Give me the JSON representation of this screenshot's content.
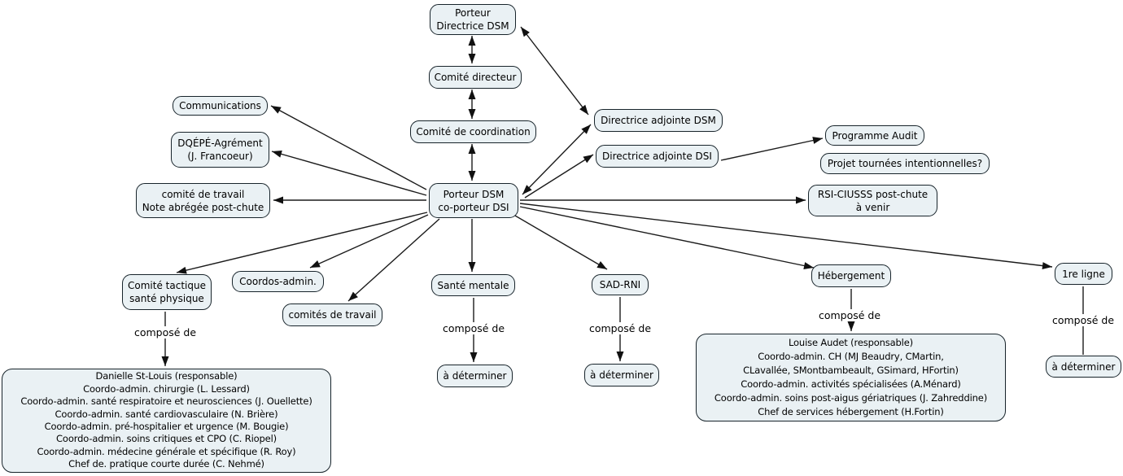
{
  "diagram": {
    "linking_label": "composé de",
    "colors": {
      "node_fill": "#eaf1f4",
      "node_border": "#18242b",
      "edge_line": "#1b1b1b",
      "background": "#ffffff",
      "text": "#000000"
    },
    "nodes": {
      "porteur_directrice_dsm": "Porteur\nDirectrice DSM",
      "comite_directeur": "Comité directeur",
      "comite_coordination": "Comité de coordination",
      "porteur_dsm_co_dsi": "Porteur DSM\nco-porteur DSI",
      "communications": "Communications",
      "dqepe_agrement": "DQÉPÉ-Agrément\n(J. Francoeur)",
      "comite_travail_note": "comité de travail\nNote abrégée post-chute",
      "directrice_adjointe_dsm": "Directrice adjointe DSM",
      "directrice_adjointe_dsi": "Directrice adjointe DSI",
      "programme_audit": "Programme Audit",
      "projet_tournees": "Projet tournées intentionnelles?",
      "rsi_ciusss": "RSI-CIUSSS post-chute\nà venir",
      "comite_tactique": "Comité tactique\nsanté physique",
      "coordos_admin": "Coordos-admin.",
      "comites_de_travail": "comités de travail",
      "sante_mentale": "Santé mentale",
      "sad_rni": "SAD-RNI",
      "hebergement": "Hébergement",
      "premiere_ligne": "1re ligne",
      "equipe_sante_physique": "Danielle St-Louis (responsable)\nCoordo-admin. chirurgie (L. Lessard)\nCoordo-admin. santé respiratoire et neurosciences (J. Ouellette)\nCoordo-admin. santé cardiovasculaire (N. Brière)\nCoordo-admin. pré-hospitalier et urgence (M. Bougie)\nCoordo-admin. soins critiques et CPO (C. Riopel)\nCoordo-admin. médecine générale et spécifique (R. Roy)\nChef de. pratique courte durée (C. Nehmé)",
      "equipe_hebergement": "Louise Audet (responsable)\nCoordo-admin. CH (MJ Beaudry, CMartin,\nCLavallée, SMontbambeault, GSimard, HFortin)\nCoordo-admin. activités spécialisées (A.Ménard)\nCoordo-admin. soins post-aigus gériatriques (J. Zahreddine)\nChef de services hébergement (H.Fortin)",
      "a_determiner_sante_mentale": "à déterminer",
      "a_determiner_sad_rni": "à déterminer",
      "a_determiner_premiere_ligne": "à déterminer"
    },
    "edges": [
      {
        "from": "Porteur Directrice DSM",
        "to": "Comité directeur",
        "double_headed": true
      },
      {
        "from": "Comité directeur",
        "to": "Comité de coordination",
        "double_headed": true
      },
      {
        "from": "Comité de coordination",
        "to": "Porteur DSM co-porteur DSI",
        "double_headed": true
      },
      {
        "from": "Porteur Directrice DSM",
        "to": "Directrice adjointe DSM",
        "double_headed": true
      },
      {
        "from": "Porteur DSM co-porteur DSI",
        "to": "Directrice adjointe DSM",
        "double_headed": true
      },
      {
        "from": "Porteur DSM co-porteur DSI",
        "to": "Directrice adjointe DSI",
        "double_headed": false
      },
      {
        "from": "Directrice adjointe DSI",
        "to": "Programme Audit",
        "double_headed": false
      },
      {
        "from": "Porteur DSM co-porteur DSI",
        "to": "Communications",
        "double_headed": false
      },
      {
        "from": "Porteur DSM co-porteur DSI",
        "to": "DQÉPÉ-Agrément (J. Francoeur)",
        "double_headed": false
      },
      {
        "from": "Porteur DSM co-porteur DSI",
        "to": "comité de travail Note abrégée post-chute",
        "double_headed": false
      },
      {
        "from": "Porteur DSM co-porteur DSI",
        "to": "RSI-CIUSSS post-chute à venir",
        "double_headed": false
      },
      {
        "from": "Porteur DSM co-porteur DSI",
        "to": "1re ligne",
        "double_headed": false
      },
      {
        "from": "Porteur DSM co-porteur DSI",
        "to": "Hébergement",
        "double_headed": false
      },
      {
        "from": "Porteur DSM co-porteur DSI",
        "to": "SAD-RNI",
        "double_headed": false
      },
      {
        "from": "Porteur DSM co-porteur DSI",
        "to": "Santé mentale",
        "double_headed": false
      },
      {
        "from": "Porteur DSM co-porteur DSI",
        "to": "Comité tactique santé physique",
        "double_headed": false
      },
      {
        "from": "Porteur DSM co-porteur DSI",
        "to": "Coordos-admin.",
        "double_headed": false
      },
      {
        "from": "Porteur DSM co-porteur DSI",
        "to": "comités de travail",
        "double_headed": false
      },
      {
        "from": "Comité tactique santé physique",
        "to": "Danielle St-Louis (responsable) ...",
        "label": "composé de",
        "double_headed": false
      },
      {
        "from": "Santé mentale",
        "to": "à déterminer",
        "label": "composé de",
        "double_headed": false
      },
      {
        "from": "SAD-RNI",
        "to": "à déterminer",
        "label": "composé de",
        "double_headed": false
      },
      {
        "from": "Hébergement",
        "to": "Louise Audet (responsable) ...",
        "label": "composé de",
        "double_headed": false
      },
      {
        "from": "1re ligne",
        "to": "à déterminer",
        "label": "composé de",
        "no_arrowhead": true
      }
    ]
  }
}
